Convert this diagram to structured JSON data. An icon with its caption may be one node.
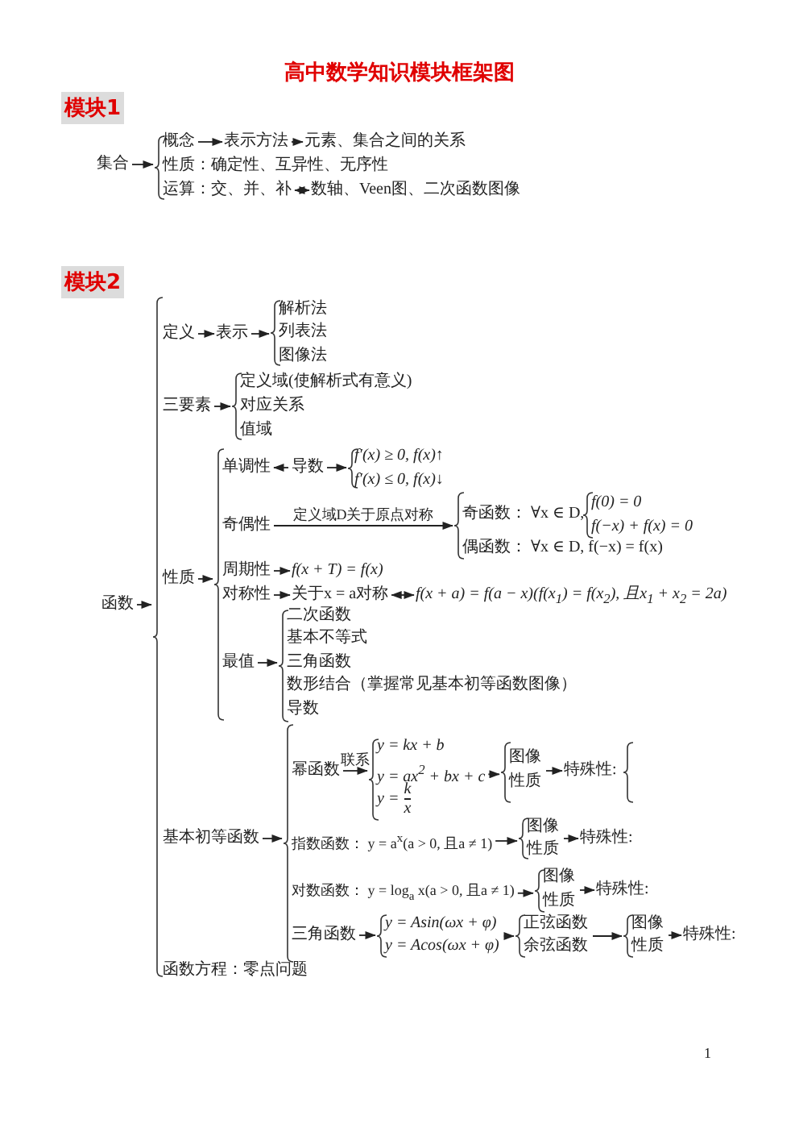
{
  "diagram": {
    "title": "高中数学知识模块框架图",
    "nodes": [
      {
        "text": [
          "集合"
        ]
      },
      {
        "text": [],
        "shape": "brace"
      },
      {
        "text": [
          "概念"
        ]
      },
      {
        "text": [
          "表示方法"
        ]
      },
      {
        "text": [
          "元素、集合之间的关系"
        ]
      },
      {
        "text": [
          "性质：确定性、互异性、无序性"
        ]
      },
      {
        "text": [
          "运算：交、并、补"
        ]
      },
      {
        "text": [
          "数轴、Veen图、二次函数图像"
        ]
      },
      {
        "text": [
          "函数"
        ]
      },
      {
        "text": [],
        "shape": "brace"
      },
      {
        "text": [
          "定义"
        ]
      },
      {
        "text": [
          "表示"
        ]
      },
      {
        "text": [],
        "shape": "brace"
      },
      {
        "text": [
          "解析法"
        ]
      },
      {
        "text": [
          "列表法"
        ]
      },
      {
        "text": [
          "图像法"
        ]
      },
      {
        "text": [
          "三要素"
        ]
      },
      {
        "text": [],
        "shape": "brace"
      },
      {
        "text": [
          "定义域(使解析式有意义)"
        ]
      },
      {
        "text": [
          "对应关系"
        ]
      },
      {
        "text": [
          "值域"
        ]
      },
      {
        "text": [
          "性质"
        ]
      },
      {
        "text": [],
        "shape": "brace"
      },
      {
        "text": [
          "单调性"
        ]
      },
      {
        "text": [
          "导数"
        ]
      },
      {
        "text": [],
        "shape": "brace"
      },
      {
        "text": [
          "f′(x) ≥ 0, f(x)↑"
        ]
      },
      {
        "text": [
          "f′(x) ≤ 0, f(x)↓"
        ]
      },
      {
        "text": [
          "奇偶性"
        ]
      },
      {
        "text": [],
        "shape": "brace"
      },
      {
        "text": [
          "奇函数： ∀x ∈ D,"
        ]
      },
      {
        "text": [],
        "shape": "brace"
      },
      {
        "text": [
          "f(0) = 0"
        ]
      },
      {
        "text": [
          "f(−x) + f(x) = 0"
        ]
      },
      {
        "text": [
          "偶函数： ∀x ∈ D, f(−x) = f(x)"
        ]
      },
      {
        "text": [
          "周期性"
        ]
      },
      {
        "text": [
          "f(x + T) = f(x)"
        ]
      },
      {
        "text": [
          "对称性"
        ]
      },
      {
        "text": [
          "关于x = a对称"
        ]
      },
      {
        "text": [
          "f(x + a) = f(a − x)(f(x$_{1}$) = f(x$_{2}$), 且x$_{1}$ + x$_{2}$ = 2a)"
        ]
      },
      {
        "text": [
          "最值"
        ]
      },
      {
        "text": [],
        "shape": "brace"
      },
      {
        "text": [
          "二次函数"
        ]
      },
      {
        "text": [
          "基本不等式"
        ]
      },
      {
        "text": [
          "三角函数"
        ]
      },
      {
        "text": [
          "数形结合（掌握常见基本初等函数图像）"
        ]
      },
      {
        "text": [
          "导数"
        ]
      },
      {
        "text": [
          "基本初等函数"
        ]
      },
      {
        "text": [],
        "shape": "brace"
      },
      {
        "text": [
          "幂函数"
        ]
      },
      {
        "text": [],
        "shape": "brace"
      },
      {
        "text": [
          "y = kx + b"
        ]
      },
      {
        "text": [
          "y = ax$^{2}$ + bx + c"
        ]
      },
      {
        "text": [
          "y =",
          "k",
          "x"
        ]
      },
      {
        "text": [],
        "shape": "brace"
      },
      {
        "text": [
          "图像"
        ]
      },
      {
        "text": [
          "性质"
        ]
      },
      {
        "text": [
          "特殊性:"
        ]
      },
      {
        "text": [],
        "shape": "brace"
      },
      {
        "text": [
          "指数函数： y = a$^{x}$(a > 0, 且a ≠ 1)"
        ]
      },
      {
        "text": [],
        "shape": "brace"
      },
      {
        "text": [
          "图像"
        ]
      },
      {
        "text": [
          "性质"
        ]
      },
      {
        "text": [
          "特殊性:"
        ]
      },
      {
        "text": [
          "对数函数： y = log$_{a}$ x(a > 0, 且a ≠ 1)"
        ]
      },
      {
        "text": [],
        "shape": "brace"
      },
      {
        "text": [
          "图像"
        ]
      },
      {
        "text": [
          "性质"
        ]
      },
      {
        "text": [
          "特殊性:"
        ]
      },
      {
        "text": [
          "三角函数"
        ]
      },
      {
        "text": [],
        "shape": "brace"
      },
      {
        "text": [
          "y = Asin(ωx + φ)"
        ]
      },
      {
        "text": [
          "y = Acos(ωx + φ)"
        ]
      },
      {
        "text": [],
        "shape": "brace"
      },
      {
        "text": [
          "正弦函数"
        ]
      },
      {
        "text": [
          "余弦函数"
        ]
      },
      {
        "text": [],
        "shape": "brace"
      },
      {
        "text": [
          "图像"
        ]
      },
      {
        "text": [
          "性质"
        ]
      },
      {
        "text": [
          "特殊性:"
        ]
      },
      {
        "text": [
          "函数方程：零点问题"
        ]
      }
    ],
    "edges": [
      {
        "from": 0,
        "to": 1,
        "arrow": "to"
      },
      {
        "from": 2,
        "to": 3,
        "arrow": "to"
      },
      {
        "from": 3,
        "to": 4,
        "arrow": "to"
      },
      {
        "from": 6,
        "to": 7,
        "arrow": "both"
      },
      {
        "from": 8,
        "to": 9,
        "arrow": "to"
      },
      {
        "from": 10,
        "to": 11,
        "arrow": "to"
      },
      {
        "from": 11,
        "to": 12,
        "arrow": "to"
      },
      {
        "from": 16,
        "to": 17,
        "arrow": "to"
      },
      {
        "from": 21,
        "to": 22,
        "arrow": "to"
      },
      {
        "from": 24,
        "to": 23,
        "arrow": "to"
      },
      {
        "from": 24,
        "to": 25,
        "arrow": "to"
      },
      {
        "from": 28,
        "to": 29,
        "arrow": "to",
        "label": "定义域D关于原点对称"
      },
      {
        "from": 35,
        "to": 36,
        "arrow": "to"
      },
      {
        "from": 37,
        "to": 38,
        "arrow": "to"
      },
      {
        "from": 38,
        "to": 39,
        "arrow": "both"
      },
      {
        "from": 40,
        "to": 41,
        "arrow": "to"
      },
      {
        "from": 47,
        "to": 48,
        "arrow": "to"
      },
      {
        "from": 49,
        "to": 50,
        "arrow": "to",
        "label": "联系"
      },
      {
        "from": 52,
        "to": 54,
        "arrow": "to"
      },
      {
        "from": 55,
        "to": 57,
        "arrow": "to"
      },
      {
        "from": 56,
        "to": 57,
        "arrow": "to"
      },
      {
        "from": 59,
        "to": 60,
        "arrow": "to"
      },
      {
        "from": 61,
        "to": 63,
        "arrow": "to"
      },
      {
        "from": 62,
        "to": 63,
        "arrow": "to"
      },
      {
        "from": 64,
        "to": 65,
        "arrow": "to"
      },
      {
        "from": 66,
        "to": 68,
        "arrow": "to"
      },
      {
        "from": 67,
        "to": 68,
        "arrow": "to"
      },
      {
        "from": 69,
        "to": 70,
        "arrow": "to"
      },
      {
        "from": 71,
        "to": 73,
        "arrow": "to"
      },
      {
        "from": 72,
        "to": 73,
        "arrow": "to"
      },
      {
        "from": 74,
        "to": 76,
        "arrow": "to"
      },
      {
        "from": 75,
        "to": 76,
        "arrow": "to"
      },
      {
        "from": 77,
        "to": 79,
        "arrow": "to"
      },
      {
        "from": 78,
        "to": 79,
        "arrow": "to"
      }
    ],
    "labels": [
      "模块1",
      "模块2",
      "1"
    ]
  }
}
